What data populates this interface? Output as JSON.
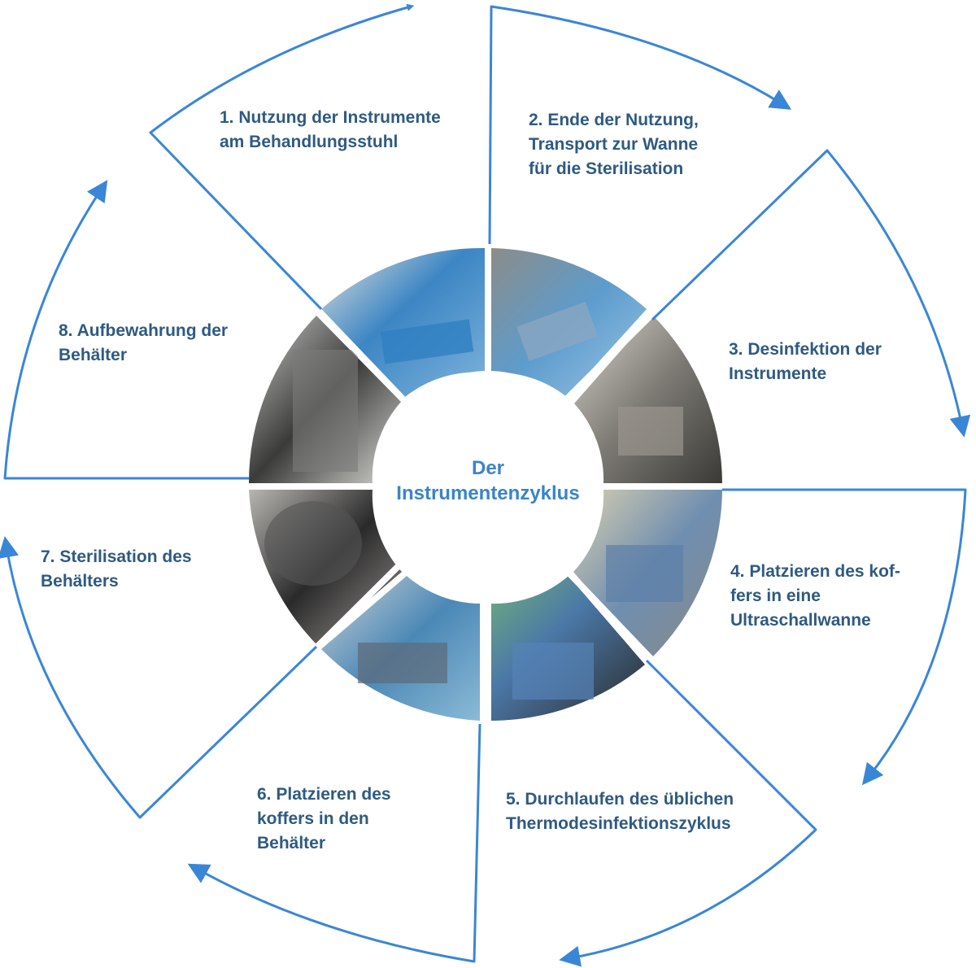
{
  "diagram": {
    "center_title": [
      "Der",
      "Instrumentenzyklus"
    ],
    "accent_color": "#3a86d6",
    "label_color": "#2e5a82",
    "steps": [
      {
        "lines": [
          "1. Nutzung der Instrumente",
          "am Behandlungsstuhl"
        ],
        "photo": "photo-tray-on-blue-cloth"
      },
      {
        "lines": [
          "2. Ende der Nutzung,",
          "Transport zur Wanne",
          "für die Sterilisation"
        ],
        "photo": "photo-instruments-transport"
      },
      {
        "lines": [
          "3. Desinfektion der",
          "Instrumente"
        ],
        "photo": "photo-sink-disinfection"
      },
      {
        "lines": [
          "4. Platzieren des kof-",
          "fers in eine",
          "Ultraschallwanne"
        ],
        "photo": "photo-ultrasonic-bath"
      },
      {
        "lines": [
          "5. Durchlaufen des üblichen",
          "Thermodesinfektionszyklus"
        ],
        "photo": "photo-washer-disinfector"
      },
      {
        "lines": [
          "6. Platzieren des",
          "koffers in den",
          "Behälter"
        ],
        "photo": "photo-container-packing"
      },
      {
        "lines": [
          "7. Sterilisation des",
          "Behälters"
        ],
        "photo": "photo-autoclave"
      },
      {
        "lines": [
          "8. Aufbewahrung der",
          "Behälter"
        ],
        "photo": "photo-storage-shelves"
      }
    ]
  }
}
